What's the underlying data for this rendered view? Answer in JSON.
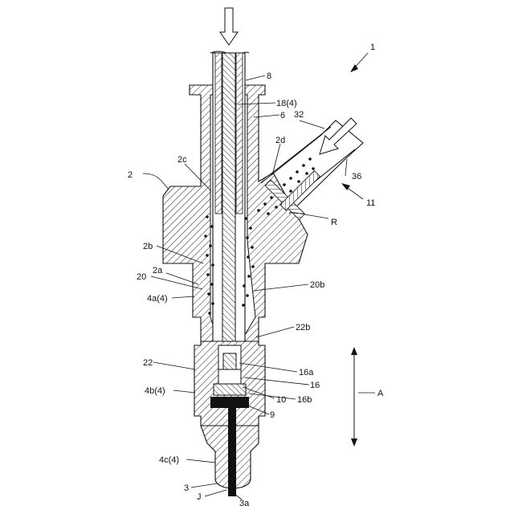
{
  "labels": {
    "l_1": "1",
    "l_8": "8",
    "l_18_4": "18(4)",
    "l_6": "6",
    "l_32": "32",
    "l_2d": "2d",
    "l_2": "2",
    "l_2c": "2c",
    "l_36": "36",
    "l_11": "11",
    "l_R": "R",
    "l_2b": "2b",
    "l_2a": "2a",
    "l_20": "20",
    "l_20b": "20b",
    "l_4a_4": "4a(4)",
    "l_22b": "22b",
    "l_22": "22",
    "l_16a": "16a",
    "l_16": "16",
    "l_4b_4": "4b(4)",
    "l_10": "10",
    "l_16b": "16b",
    "l_9": "9",
    "l_A": "A",
    "l_4c_4": "4c(4)",
    "l_3": "3",
    "l_J": "J",
    "l_3a": "3a"
  },
  "colors": {
    "ink": "#111111",
    "hatch": "#222222",
    "paper": "#ffffff",
    "powder": "#111111"
  }
}
